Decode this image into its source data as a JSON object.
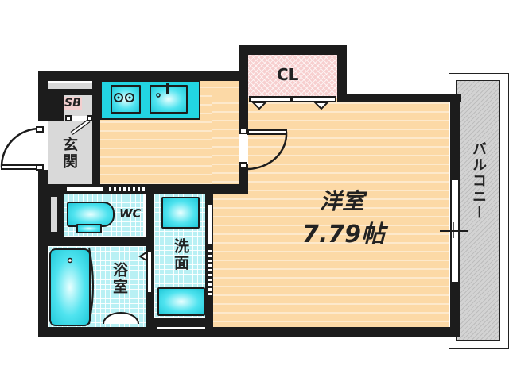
{
  "plan": {
    "rooms": {
      "western_room": {
        "name": "洋室",
        "size": "7.79帖"
      },
      "closet": {
        "name": "CL"
      },
      "balcony": {
        "name": "バルコニー"
      },
      "entrance": {
        "name": "玄関"
      },
      "shoe_box": {
        "name": "SB"
      },
      "toilet": {
        "name": "WC"
      },
      "bathroom": {
        "name": "浴室"
      },
      "washroom": {
        "name": "洗面"
      }
    },
    "colors": {
      "wall": "#1c1c1c",
      "wood_floor": "#fcd9a6",
      "tile_floor": "#b8f0f4",
      "fixture": "#1fc8d8",
      "closet": "#f7cfcf",
      "entrance": "#d9d9d9",
      "balcony": "#d3d3d3"
    }
  }
}
